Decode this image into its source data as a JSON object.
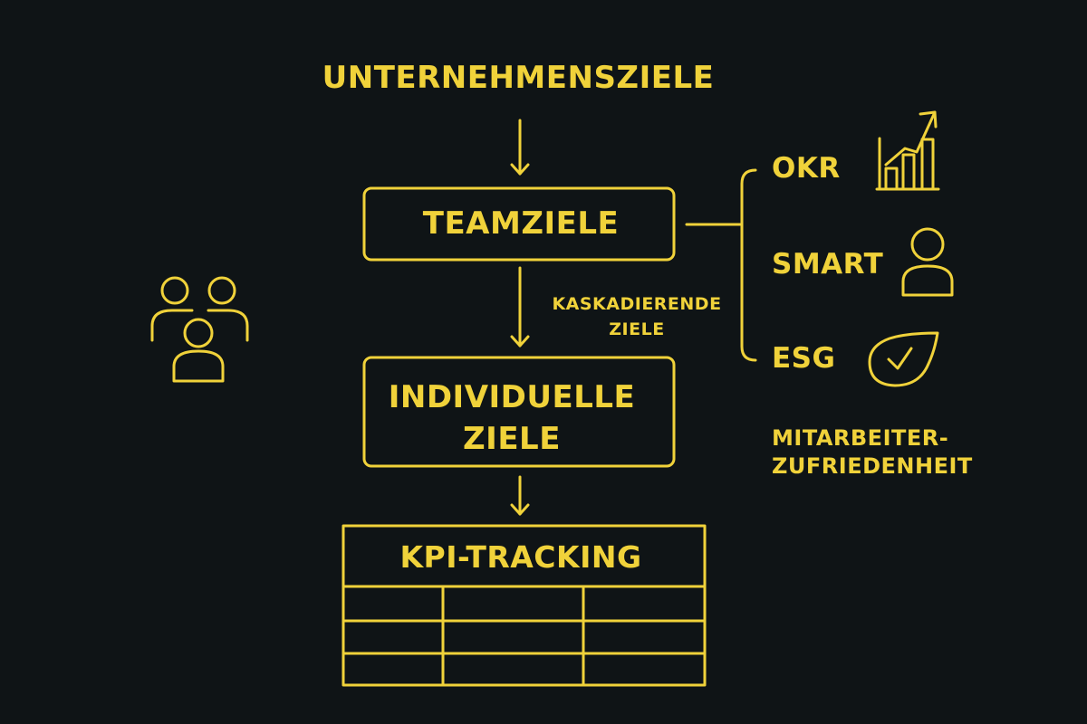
{
  "diagram": {
    "top_goal": "UNTERNEHMENSZIELE",
    "team_goals": "TEAMZIELE",
    "cascade_label": [
      "KASKADIERENDE",
      "ZIELE"
    ],
    "individual_goals": [
      "INDIVIDUELLE",
      "ZIELE"
    ],
    "kpi_table": {
      "title": "KPI-TRACKING",
      "rows": 3,
      "columns": 3
    },
    "frameworks": [
      {
        "label": "OKR",
        "icon": "growth-chart-icon"
      },
      {
        "label": "SMART",
        "icon": "person-icon"
      },
      {
        "label": "ESG",
        "icon": "leaf-check-icon"
      }
    ],
    "employee_satisfaction": [
      "MITARBEITER-",
      "ZUFRIEDENHEIT"
    ],
    "team_icon": "team-people-icon"
  },
  "colors": {
    "background": "#0f1416",
    "accent": "#f0d23a"
  }
}
